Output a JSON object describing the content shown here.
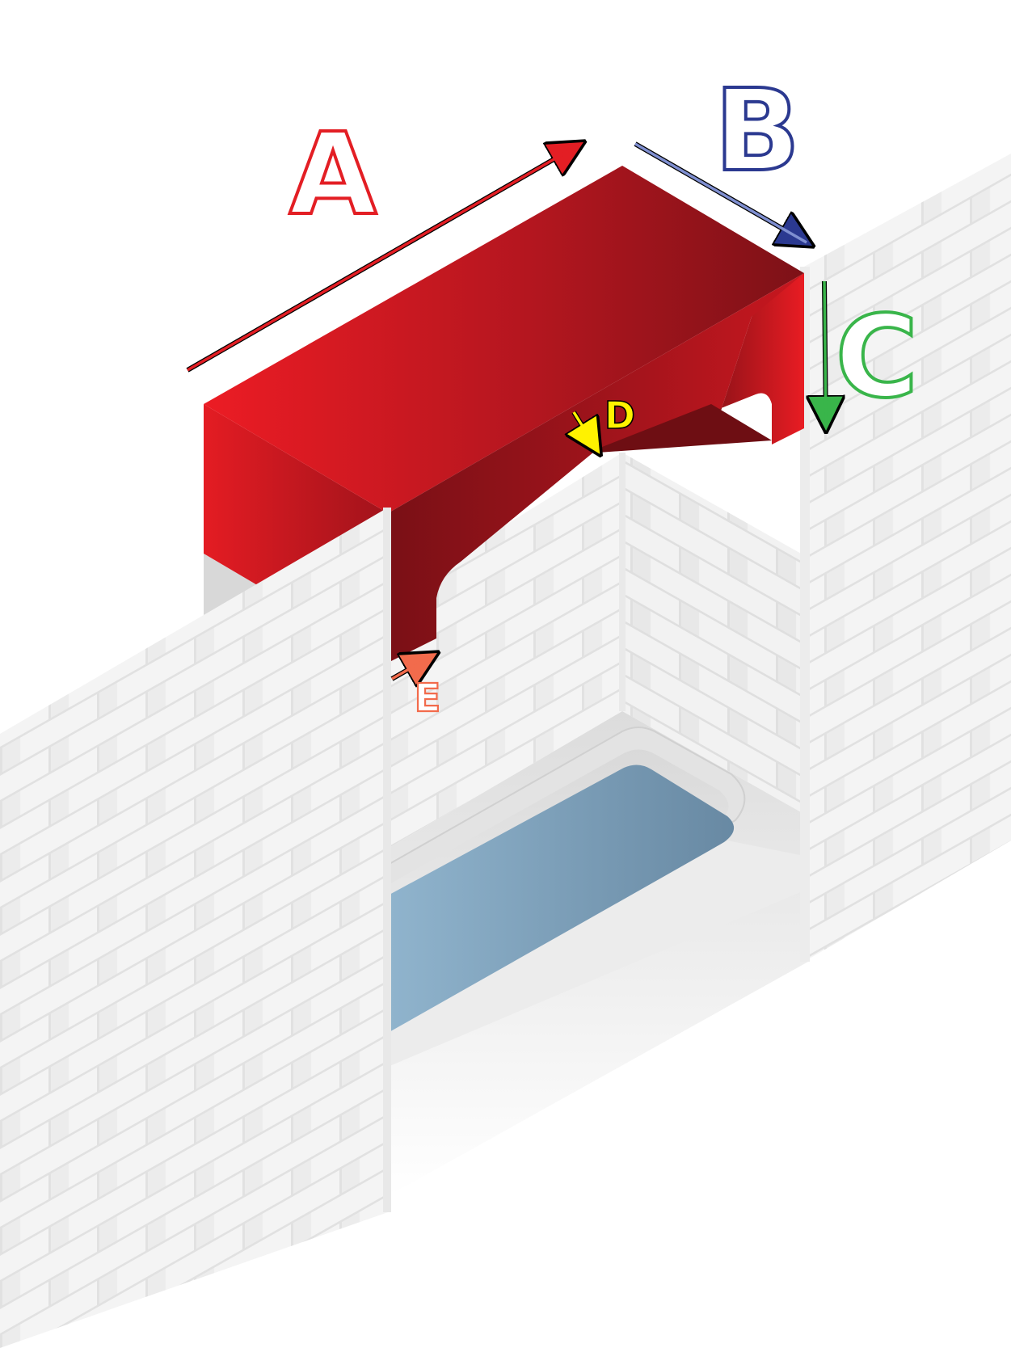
{
  "labels": {
    "a": "A",
    "b": "B",
    "c": "C",
    "d": "D",
    "e": "E"
  },
  "colors": {
    "a": "#e31e24",
    "b": "#2b3990",
    "c": "#39b54a",
    "d": "#fff200",
    "e": "#f26b4c",
    "arch_light": "#ec1c24",
    "arch_dark": "#7a1016",
    "water": "#8fb3cc",
    "wall": "#f4f4f4",
    "mortar": "#e2e2e2"
  },
  "icons": {
    "arrow_a": "arrow-up-right",
    "arrow_b": "arrow-down-right",
    "arrow_c": "arrow-down",
    "arrow_d": "arrow-down-right",
    "arrow_e": "arrow-up-right"
  }
}
